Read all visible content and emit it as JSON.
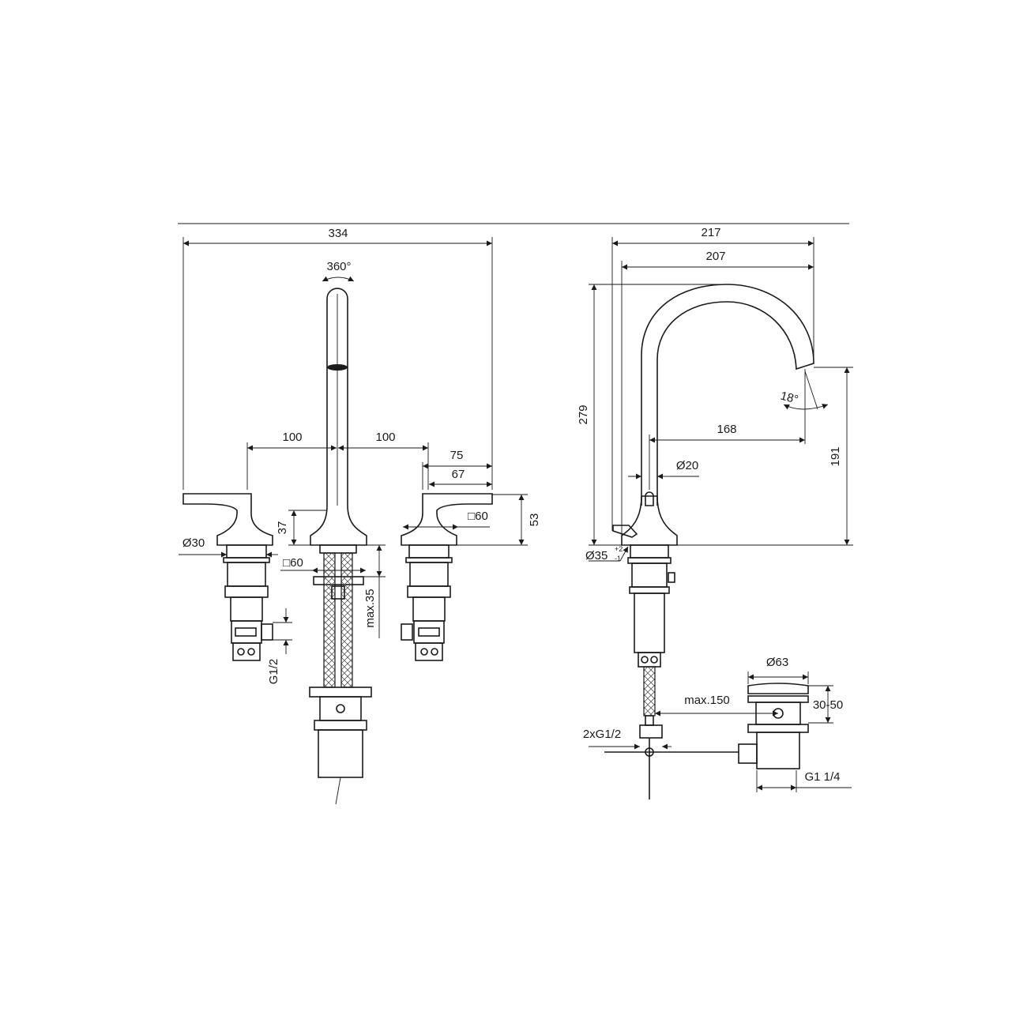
{
  "front_view": {
    "overall_width": "334",
    "rotation": "360°",
    "handle_spacing_left": "100",
    "handle_spacing_right": "100",
    "handle_reach_outer": "75",
    "handle_reach_inner": "67",
    "spout_base_height": "37",
    "handle_height": "53",
    "handle_base_square": "□60",
    "spout_base_square": "□60",
    "handle_diameter": "Ø30",
    "max_thickness": "max.35",
    "connection": "G1/2"
  },
  "side_view": {
    "overall_depth": "217",
    "spout_depth": "207",
    "total_height": "279",
    "outlet_height": "191",
    "spout_reach": "168",
    "outlet_angle": "18°",
    "tube_diameter": "Ø20",
    "hole_diameter": "Ø35",
    "hole_tolerance_plus": "+2",
    "hole_tolerance_minus": "-1",
    "waste_diameter": "Ø63",
    "waste_height": "30-50",
    "max_distance": "max.150",
    "supply_connection": "2xG1/2",
    "waste_connection": "G1 1/4"
  }
}
